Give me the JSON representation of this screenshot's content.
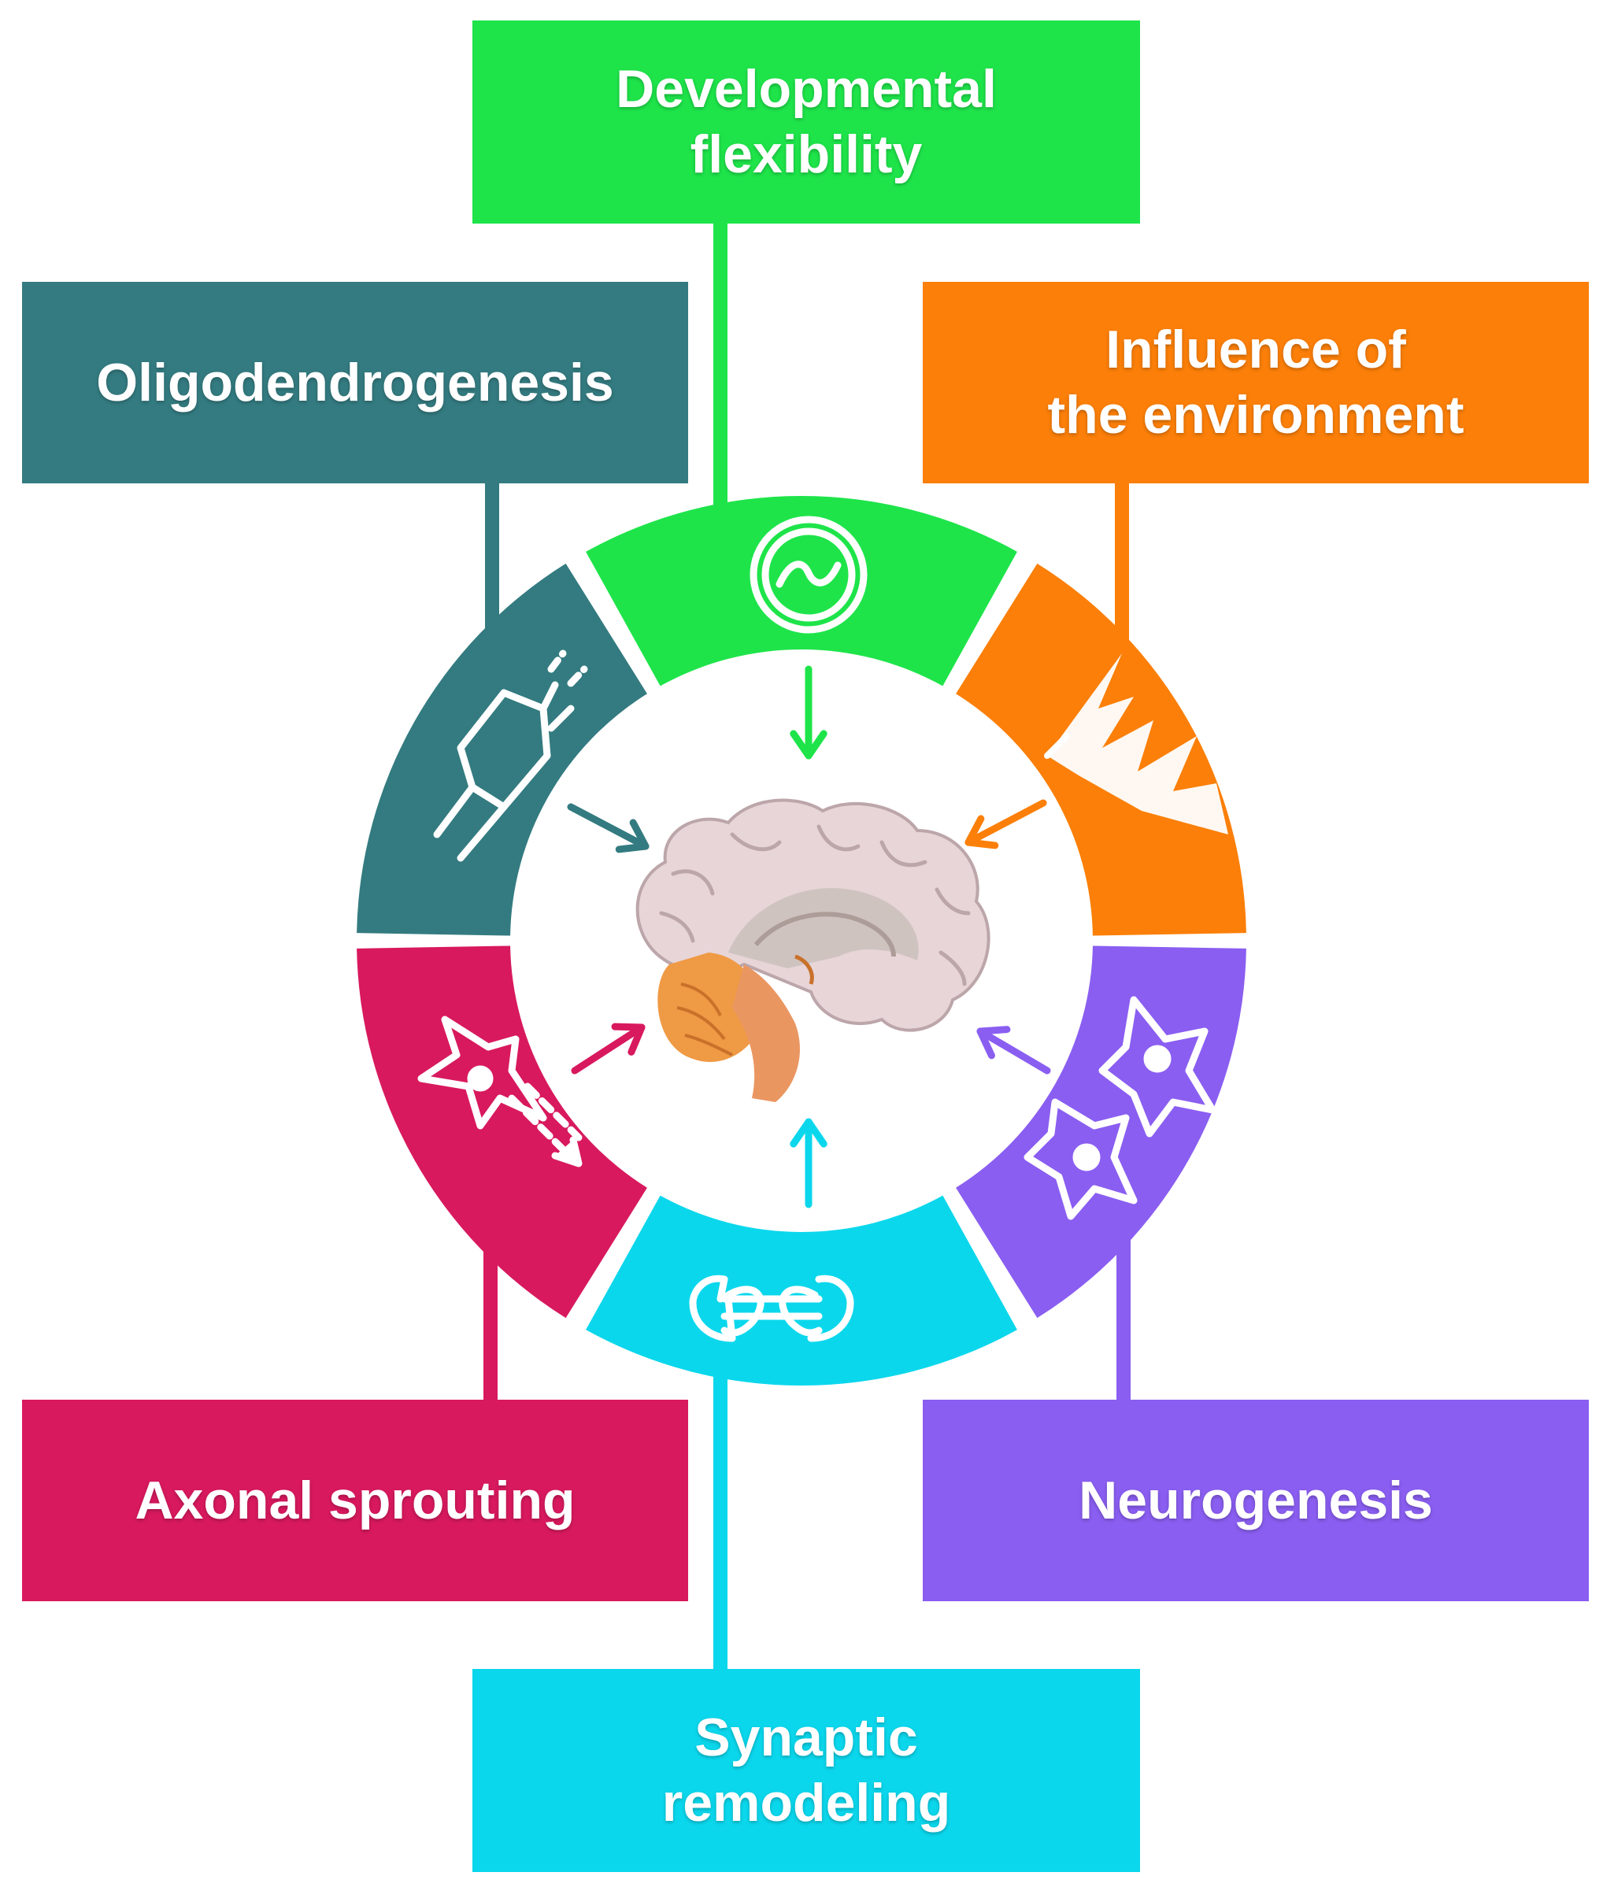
{
  "colors": {
    "developmental": "#1ee44a",
    "oligodendrogenesis": "#337b80",
    "environment": "#fb7f08",
    "axonal": "#d8195e",
    "neurogenesis": "#8a5ef1",
    "synaptic": "#0bd7ec",
    "brain_cortex": "#e7d5d8",
    "brain_inner": "#cfc3c0",
    "brain_cerebellum": "#ef9a45",
    "brain_stem": "#ea9661"
  },
  "boxes": {
    "developmental": "Developmental\nflexibility",
    "oligodendrogenesis": "Oligodendrogenesis",
    "environment": "Influence of\nthe environment",
    "axonal": "Axonal sprouting",
    "neurogenesis": "Neurogenesis",
    "synaptic": "Synaptic\nremodeling"
  },
  "icons": {
    "developmental": "wave-circle-icon",
    "oligodendrogenesis": "myelin-sheath-icon",
    "environment": "lightning-icon",
    "axonal": "neuron-sprout-icon",
    "neurogenesis": "neural-cells-icon",
    "synaptic": "synapse-icon",
    "center": "brain-icon"
  }
}
